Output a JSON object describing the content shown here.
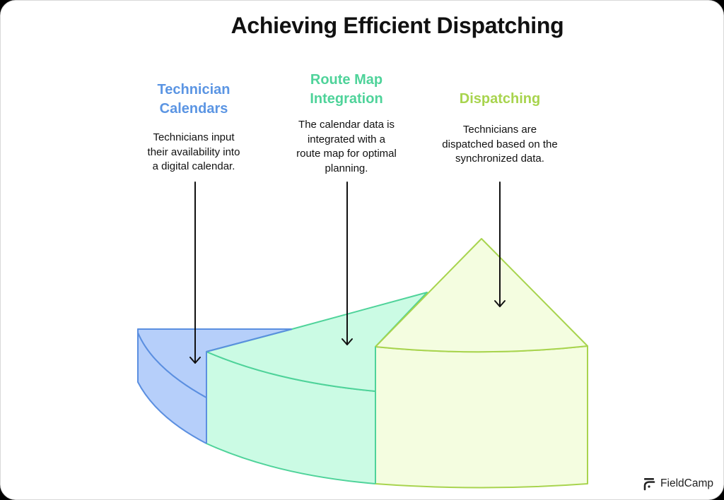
{
  "title": "Achieving Efficient Dispatching",
  "colors": {
    "background": "#000000",
    "card": "#ffffff",
    "blue_stroke": "#5b8fe0",
    "blue_fill": "#b6cffa",
    "green_stroke": "#4fd39a",
    "green_fill": "#cbfbe4",
    "yellow_stroke": "#a8d44e",
    "yellow_fill": "#f4fde0",
    "arrow": "#111111"
  },
  "steps": [
    {
      "heading": "Technician Calendars",
      "heading_lines": [
        "Technician",
        "Calendars"
      ],
      "description": "Technicians input their availability into a digital calendar.",
      "description_lines": [
        "Technicians input",
        "their availability into",
        "a digital calendar."
      ],
      "color": "#5b95e3"
    },
    {
      "heading": "Route Map Integration",
      "heading_lines": [
        "Route Map",
        "Integration"
      ],
      "description": "The calendar data is integrated with a route map for optimal planning.",
      "description_lines": [
        "The calendar data is",
        "integrated with a",
        "route map for optimal",
        "planning."
      ],
      "color": "#4fd39a"
    },
    {
      "heading": "Dispatching",
      "heading_lines": [
        "Dispatching"
      ],
      "description": "Technicians are dispatched based on the synchronized data.",
      "description_lines": [
        "Technicians are",
        "dispatched based on the",
        "synchronized data."
      ],
      "color": "#a8d44e"
    }
  ],
  "brand": {
    "name": "FieldCamp",
    "icon": "fieldcamp-logo-icon"
  }
}
